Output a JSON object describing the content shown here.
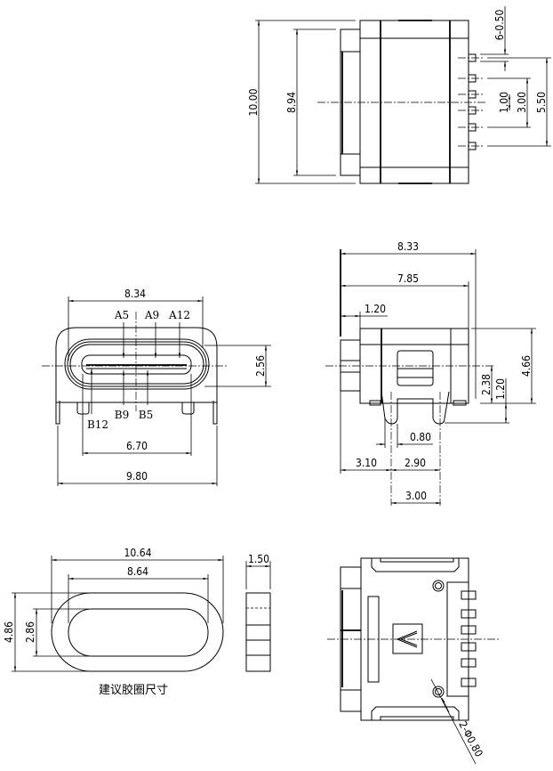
{
  "top_view": {
    "dims": {
      "overall_height": "10.00",
      "body_height": "8.94",
      "pin_width": "6-0.50",
      "pitch": "1.00",
      "inner_span": "3.00",
      "outer_span": "5.50"
    }
  },
  "front_view": {
    "dims": {
      "opening_width": "8.34",
      "ring_height": "2.56",
      "foot_span": "6.70",
      "overall_width": "9.80"
    },
    "pins_top": [
      "A5",
      "A9",
      "A12"
    ],
    "pins_bottom": [
      "B12",
      "B9",
      "B5"
    ]
  },
  "side_view": {
    "dims": {
      "overall_length": "8.33",
      "body_length": "7.85",
      "flange": "1.20",
      "height": "4.66",
      "center_height": "2.38",
      "leg_depth": "1.20",
      "leg_width": "0.80",
      "leg_offset": "3.10",
      "leg_to_edge": "2.90",
      "leg_span": "3.00"
    }
  },
  "bottom_view": {
    "hole_label": "2-Φ0.80",
    "marking": "A"
  },
  "gasket": {
    "dims": {
      "outer_width": "10.64",
      "inner_width": "8.64",
      "outer_height": "4.86",
      "inner_height": "2.86",
      "thickness": "1.50"
    },
    "caption": "建议胶圈尺寸"
  }
}
